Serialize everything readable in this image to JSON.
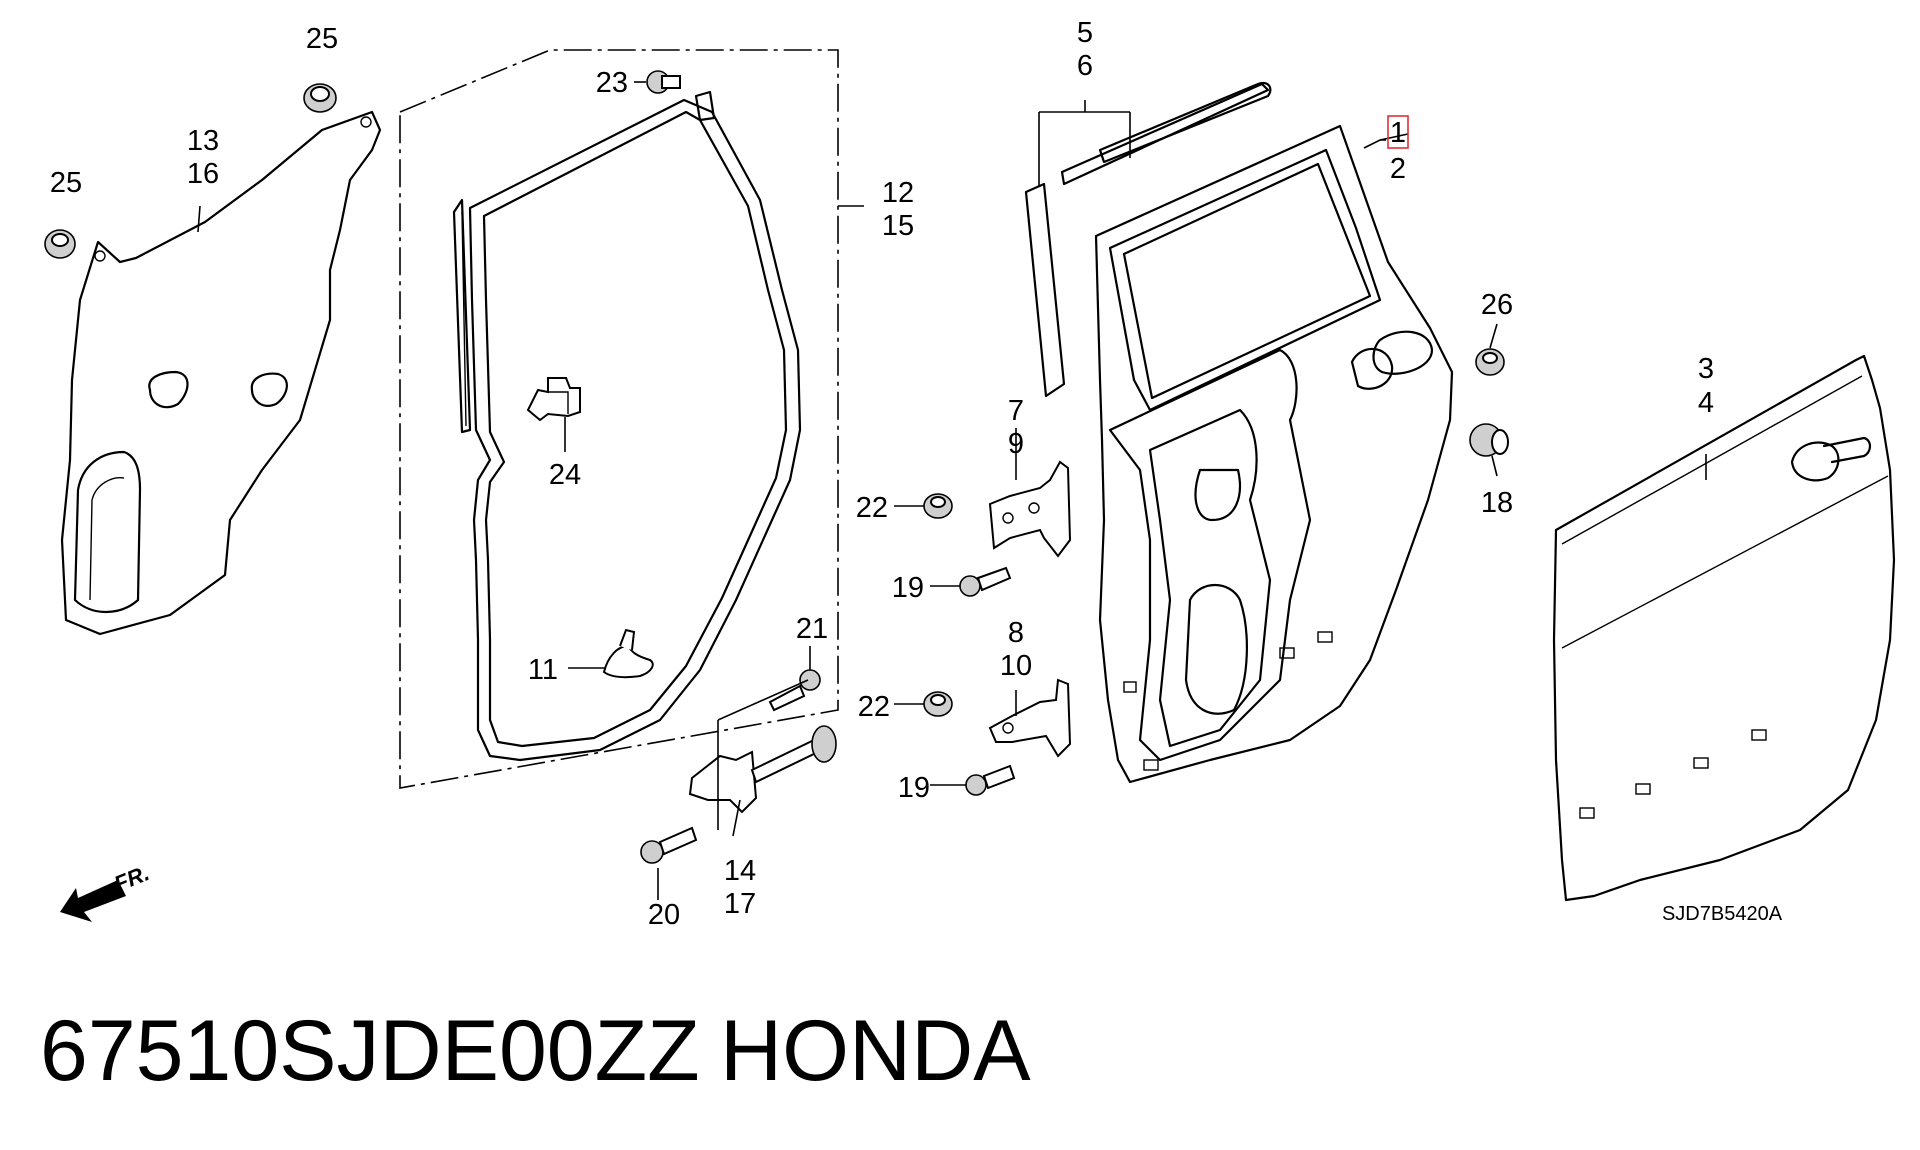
{
  "diagram": {
    "callouts": [
      "1",
      "2",
      "3",
      "4",
      "5",
      "6",
      "7",
      "9",
      "8",
      "10",
      "11",
      "12",
      "15",
      "13",
      "16",
      "14",
      "17",
      "18",
      "19",
      "19",
      "20",
      "21",
      "22",
      "22",
      "23",
      "24",
      "25",
      "25",
      "26"
    ],
    "drawing_code": "SJD7B5420A",
    "front_label": "FR."
  },
  "footer": {
    "part_number": "67510SJDE00ZZ",
    "brand": "HONDA"
  },
  "colors": {
    "highlight": "#e0303a",
    "line": "#000000",
    "background": "#ffffff"
  }
}
